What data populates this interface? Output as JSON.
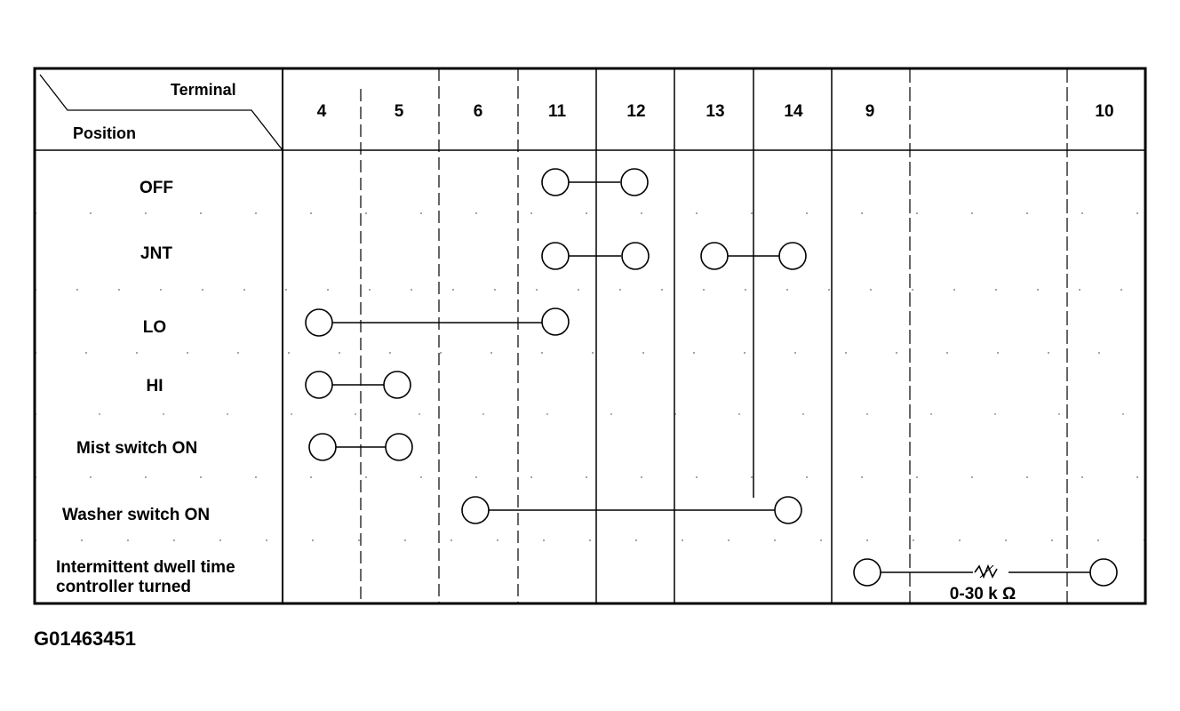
{
  "header": {
    "corner_top": "Terminal",
    "corner_bottom": "Position",
    "terminals": [
      "4",
      "5",
      "6",
      "11",
      "12",
      "13",
      "14",
      "9",
      "",
      "10"
    ]
  },
  "rows": [
    {
      "label": "OFF",
      "connections": [
        [
          "11",
          "12"
        ]
      ]
    },
    {
      "label": "JNT",
      "connections": [
        [
          "11",
          "12"
        ],
        [
          "13",
          "14"
        ]
      ]
    },
    {
      "label": "LO",
      "connections": [
        [
          "4",
          "11"
        ]
      ]
    },
    {
      "label": "HI",
      "connections": [
        [
          "4",
          "5"
        ]
      ]
    },
    {
      "label": "Mist switch ON",
      "connections": [
        [
          "4",
          "5"
        ]
      ]
    },
    {
      "label": "Washer switch ON",
      "connections": [
        [
          "6",
          "14"
        ]
      ]
    },
    {
      "label_line1": "Intermittent dwell time",
      "label_line2": "controller turned",
      "connections": [
        [
          "9",
          "10"
        ]
      ],
      "resistor_label": "0-30 k Ω"
    }
  ],
  "figure_id": "G01463451"
}
